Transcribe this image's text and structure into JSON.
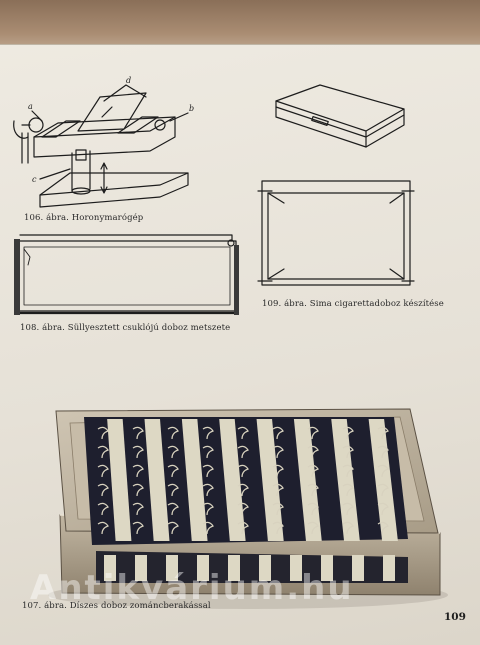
{
  "figures": {
    "fig106": {
      "caption": "106. ábra. Horonymarógép",
      "labels": {
        "a": "a",
        "b": "b",
        "c": "c",
        "d": "d"
      }
    },
    "fig108": {
      "caption": "108. ábra. Süllyesztett csuklójú doboz metszete"
    },
    "fig109": {
      "caption": "109. ábra. Sima cigarettadoboz készítése"
    },
    "fig107": {
      "caption": "107. ábra. Díszes doboz zománcberakással"
    }
  },
  "page_number": "109",
  "watermark": "Antikvárium.hu",
  "colors": {
    "paper": "#e8e3d9",
    "ink": "#1d1d1d",
    "enamel_dark": "#1e1f2e",
    "enamel_light": "#ddd8c4",
    "wood": "#b7ab97"
  }
}
